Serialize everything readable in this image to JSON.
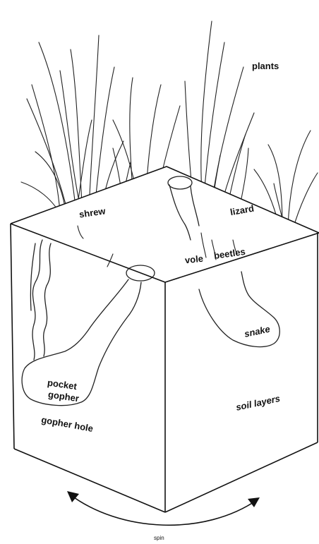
{
  "labels": {
    "plants": "plants",
    "shrew": "shrew",
    "lizard": "lizard",
    "vole": "vole",
    "beetles": "beetles",
    "snake": "snake",
    "pocket": "pocket",
    "gopher": "gopher",
    "soil_layers": "soil layers",
    "gopher_hole": "gopher hole",
    "spin": "spin"
  }
}
